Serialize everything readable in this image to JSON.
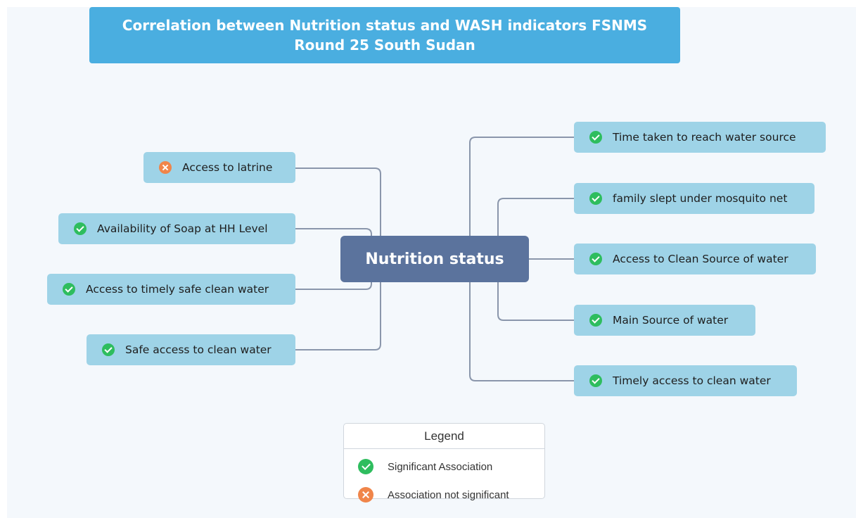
{
  "title": {
    "line1": "Correlation between Nutrition status and WASH indicators FSNMS",
    "line2": "Round 25 South Sudan"
  },
  "center_label": "Nutrition status",
  "left_nodes": [
    {
      "label": "Access to latrine",
      "status": "not-significant",
      "icon": "x-circle-icon"
    },
    {
      "label": "Availability of Soap at HH Level",
      "status": "significant",
      "icon": "check-circle-icon"
    },
    {
      "label": "Access to timely safe clean water",
      "status": "significant",
      "icon": "check-circle-icon"
    },
    {
      "label": "Safe access to clean water",
      "status": "significant",
      "icon": "check-circle-icon"
    }
  ],
  "right_nodes": [
    {
      "label": "Time taken to reach water source",
      "status": "significant",
      "icon": "check-circle-icon"
    },
    {
      "label": "family slept under mosquito net",
      "status": "significant",
      "icon": "check-circle-icon"
    },
    {
      "label": "Access to Clean Source of water",
      "status": "significant",
      "icon": "check-circle-icon"
    },
    {
      "label": "Main Source of water",
      "status": "significant",
      "icon": "check-circle-icon"
    },
    {
      "label": "Timely access to clean water",
      "status": "significant",
      "icon": "check-circle-icon"
    }
  ],
  "legend": {
    "title": "Legend",
    "items": [
      {
        "label": "Significant Association",
        "icon": "check-circle-icon"
      },
      {
        "label": "Association not significant",
        "icon": "x-circle-icon"
      }
    ]
  },
  "colors": {
    "title_bg": "#4aaee0",
    "center_bg": "#5b739d",
    "node_bg": "#9ed3e7",
    "connector": "#8a96ab",
    "significant": "#2ebd5e",
    "not_significant": "#f0854a"
  }
}
